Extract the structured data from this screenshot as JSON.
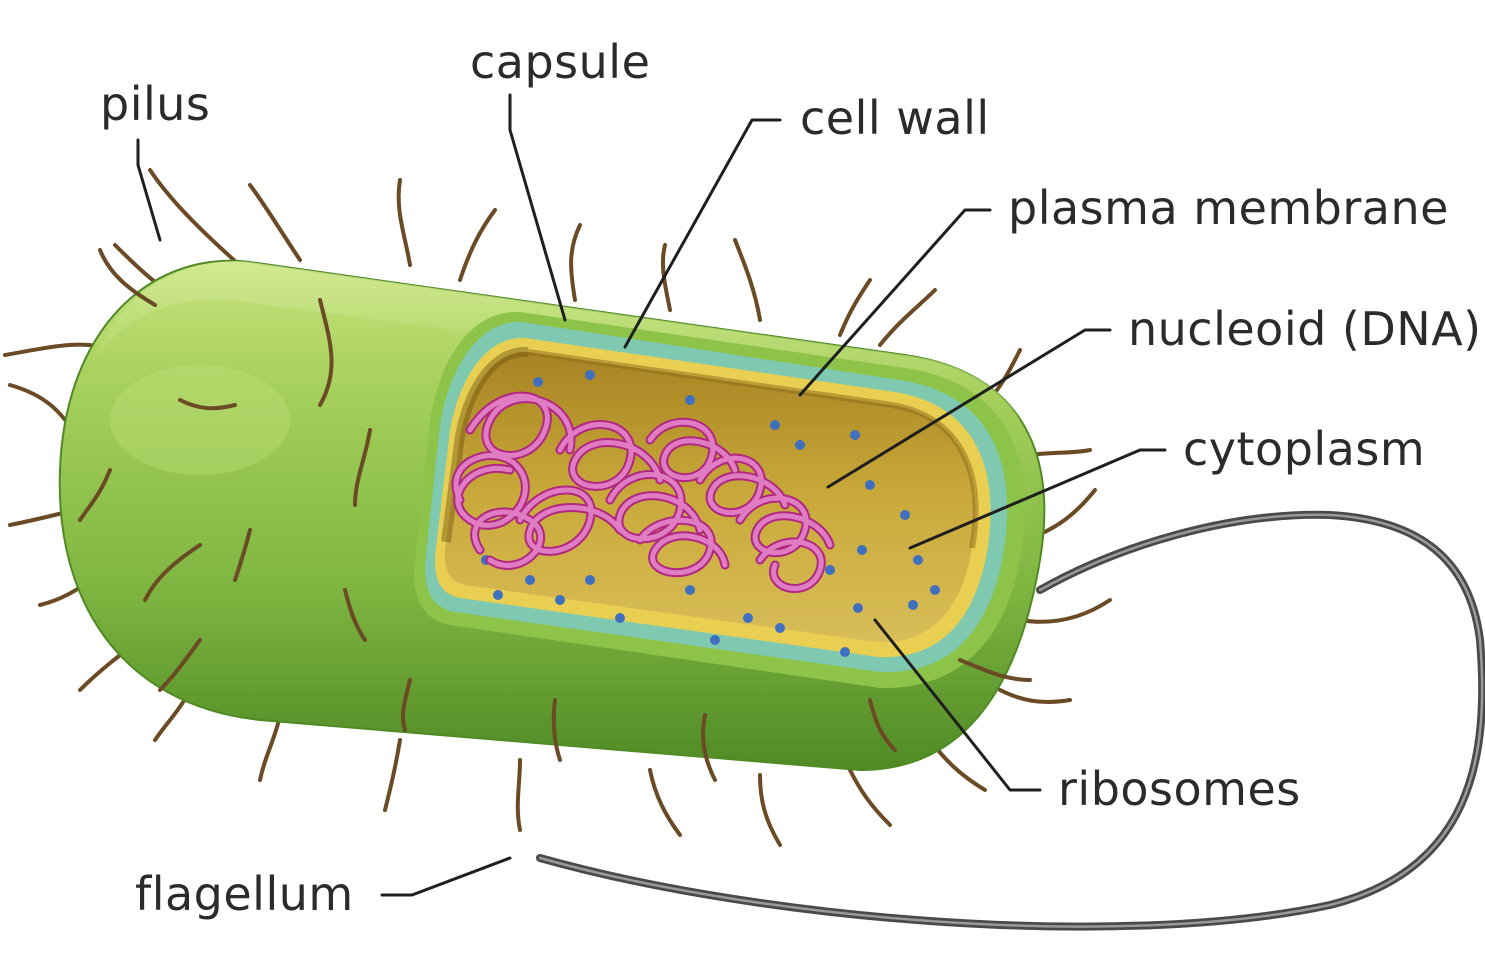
{
  "diagram": {
    "labels": {
      "pilus": "pilus",
      "capsule": "capsule",
      "cell_wall": "cell wall",
      "plasma_membrane": "plasma membrane",
      "nucleoid": "nucleoid (DNA)",
      "cytoplasm": "cytoplasm",
      "ribosomes": "ribosomes",
      "flagellum": "flagellum"
    },
    "colors": {
      "capsule": "#8cc348",
      "capsule_dark": "#5f9a2c",
      "cell_wall": "#7fc9b0",
      "plasma_membrane": "#e8cf52",
      "cytoplasm": "#c9a93a",
      "dna": "#b0287f",
      "ribosomes": "#3f6fbf",
      "pili": "#6b4a26",
      "flagellum": "#555555"
    }
  }
}
